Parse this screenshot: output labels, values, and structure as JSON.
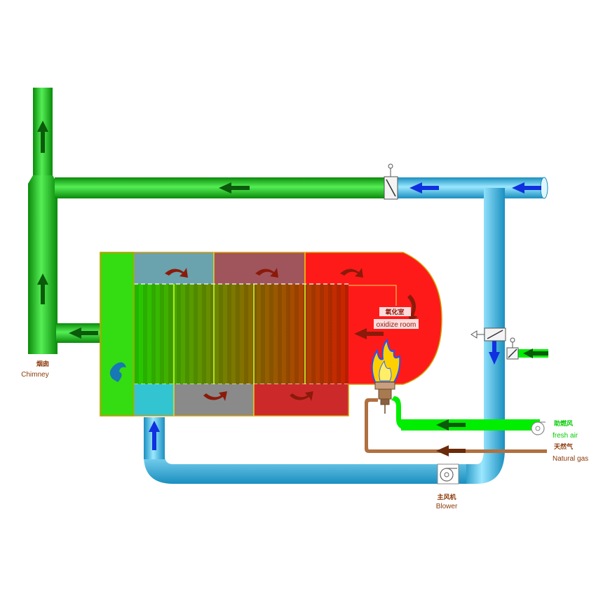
{
  "labels": {
    "chimney_cn": "烟囱",
    "chimney_en": "Chimney",
    "oxidize_cn": "氧化室",
    "oxidize_en": "oxidize room",
    "fresh_air_cn": "助燃风",
    "fresh_air_en": "fresh air",
    "natural_gas_cn": "天然气",
    "natural_gas_en": "Natural gas",
    "blower_cn": "主风机",
    "blower_en": "Blower"
  },
  "colors": {
    "exhaust_pipe": "#22cc22",
    "inlet_pipe": "#33c4e8",
    "fresh_air_pipe": "#00ee00",
    "gas_pipe": "#b07040",
    "oxidize_room": "#ff1a1a",
    "label_brown": "#8b3a0a",
    "label_green": "#00cc00"
  }
}
